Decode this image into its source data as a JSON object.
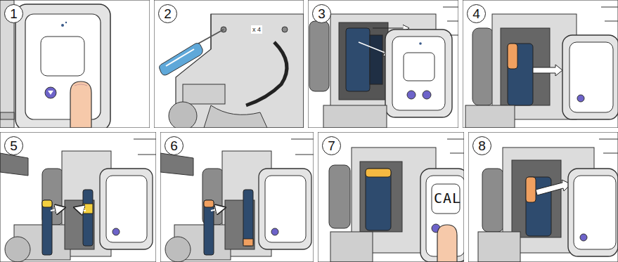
{
  "diagram": {
    "nodes": [
      {
        "text": [
          "1"
        ]
      },
      {
        "text": [
          "2"
        ]
      },
      {
        "text": [
          "3"
        ]
      },
      {
        "text": [
          "4"
        ]
      },
      {
        "text": [
          "5"
        ]
      },
      {
        "text": [
          "6"
        ]
      },
      {
        "text": [
          "7"
        ]
      },
      {
        "text": [
          "8"
        ]
      }
    ],
    "labels": [
      "x 4",
      "CAL"
    ]
  }
}
